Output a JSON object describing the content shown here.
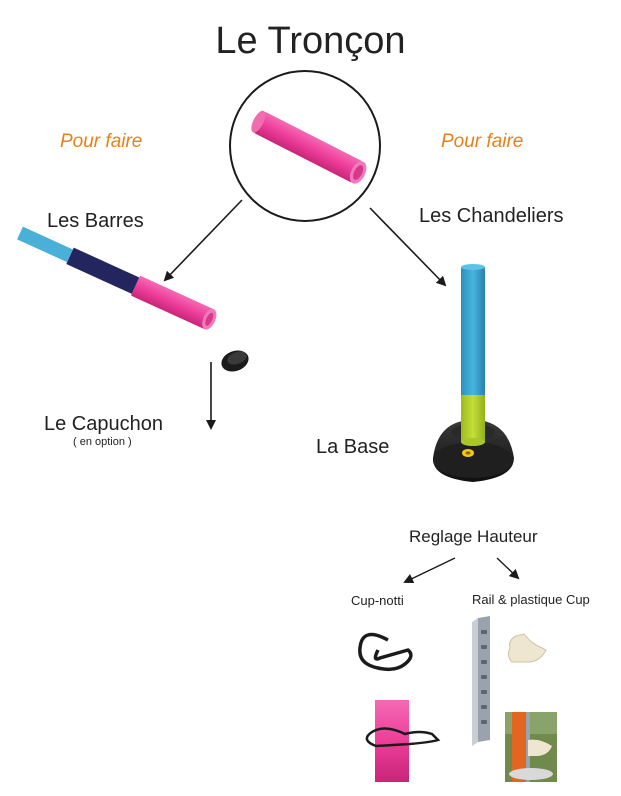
{
  "title": "Le Tronçon",
  "pour_faire_left": "Pour faire",
  "pour_faire_right": "Pour faire",
  "les_barres": "Les Barres",
  "les_chandeliers": "Les Chandeliers",
  "le_capuchon": "Le Capuchon",
  "en_option": "( en option )",
  "la_base": "La Base",
  "reglage_hauteur": "Reglage Hauteur",
  "cup_notti": "Cup-notti",
  "rail_plastique": "Rail & plastique Cup",
  "colors": {
    "accent_orange": "#e8801a",
    "pink": "#ee3d9a",
    "navy": "#23265e",
    "cyan": "#3aa5d0",
    "lime": "#b5d12a",
    "black": "#1b1b1b"
  }
}
